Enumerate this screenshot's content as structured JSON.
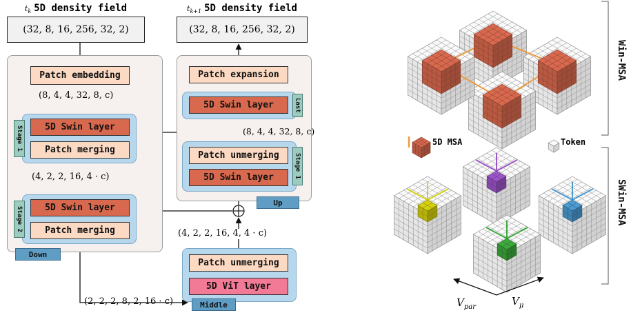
{
  "top_left": {
    "time": "t_k",
    "title": "5D density field",
    "shape": "(32, 8, 16, 256, 32, 2)"
  },
  "top_right": {
    "time": "t_k+1",
    "title": "5D density field",
    "shape": "(32, 8, 16, 256, 32, 2)"
  },
  "down": {
    "tag": "Down",
    "patch_embedding": "Patch embedding",
    "shape_after_embed": "(8, 4, 4, 32, 8, c)",
    "stage1": {
      "tag": "Stage 1",
      "layer": "5D Swin layer",
      "merge": "Patch merging"
    },
    "shape_after_stage1": "(4, 2, 2, 16, 4 · c)",
    "stage2": {
      "tag": "Stage 2",
      "layer": "5D Swin layer",
      "merge": "Patch merging"
    }
  },
  "middle": {
    "tag": "Middle",
    "input_shape": "(2, 2, 2, 8, 2, 16 · c)",
    "shape_in": "(4, 2, 2, 16, 4, 4 · c)",
    "unmerge": "Patch unmerging",
    "vit": "5D ViT layer"
  },
  "up": {
    "tag": "Up",
    "expansion": "Patch expansion",
    "last": {
      "tag": "Last",
      "layer": "5D Swin layer"
    },
    "skip_shape": "(8, 4, 4, 32, 8, c)",
    "stage1": {
      "tag": "Stage 1",
      "unmerge": "Patch unmerging",
      "layer": "5D Swin layer"
    }
  },
  "right": {
    "win_label": "Win-MSA",
    "swin_label": "SWin-MSA",
    "legend_msa": "5D MSA",
    "legend_token": "Token",
    "axis_par": "V_par",
    "axis_mu": "V_μ"
  },
  "colors": {
    "purple": "#9b55c9",
    "yellow": "#d6d10e",
    "blue": "#4b9ad1",
    "green": "#3da83d",
    "orange": "#ee9a3e",
    "red": "#d9694e"
  }
}
